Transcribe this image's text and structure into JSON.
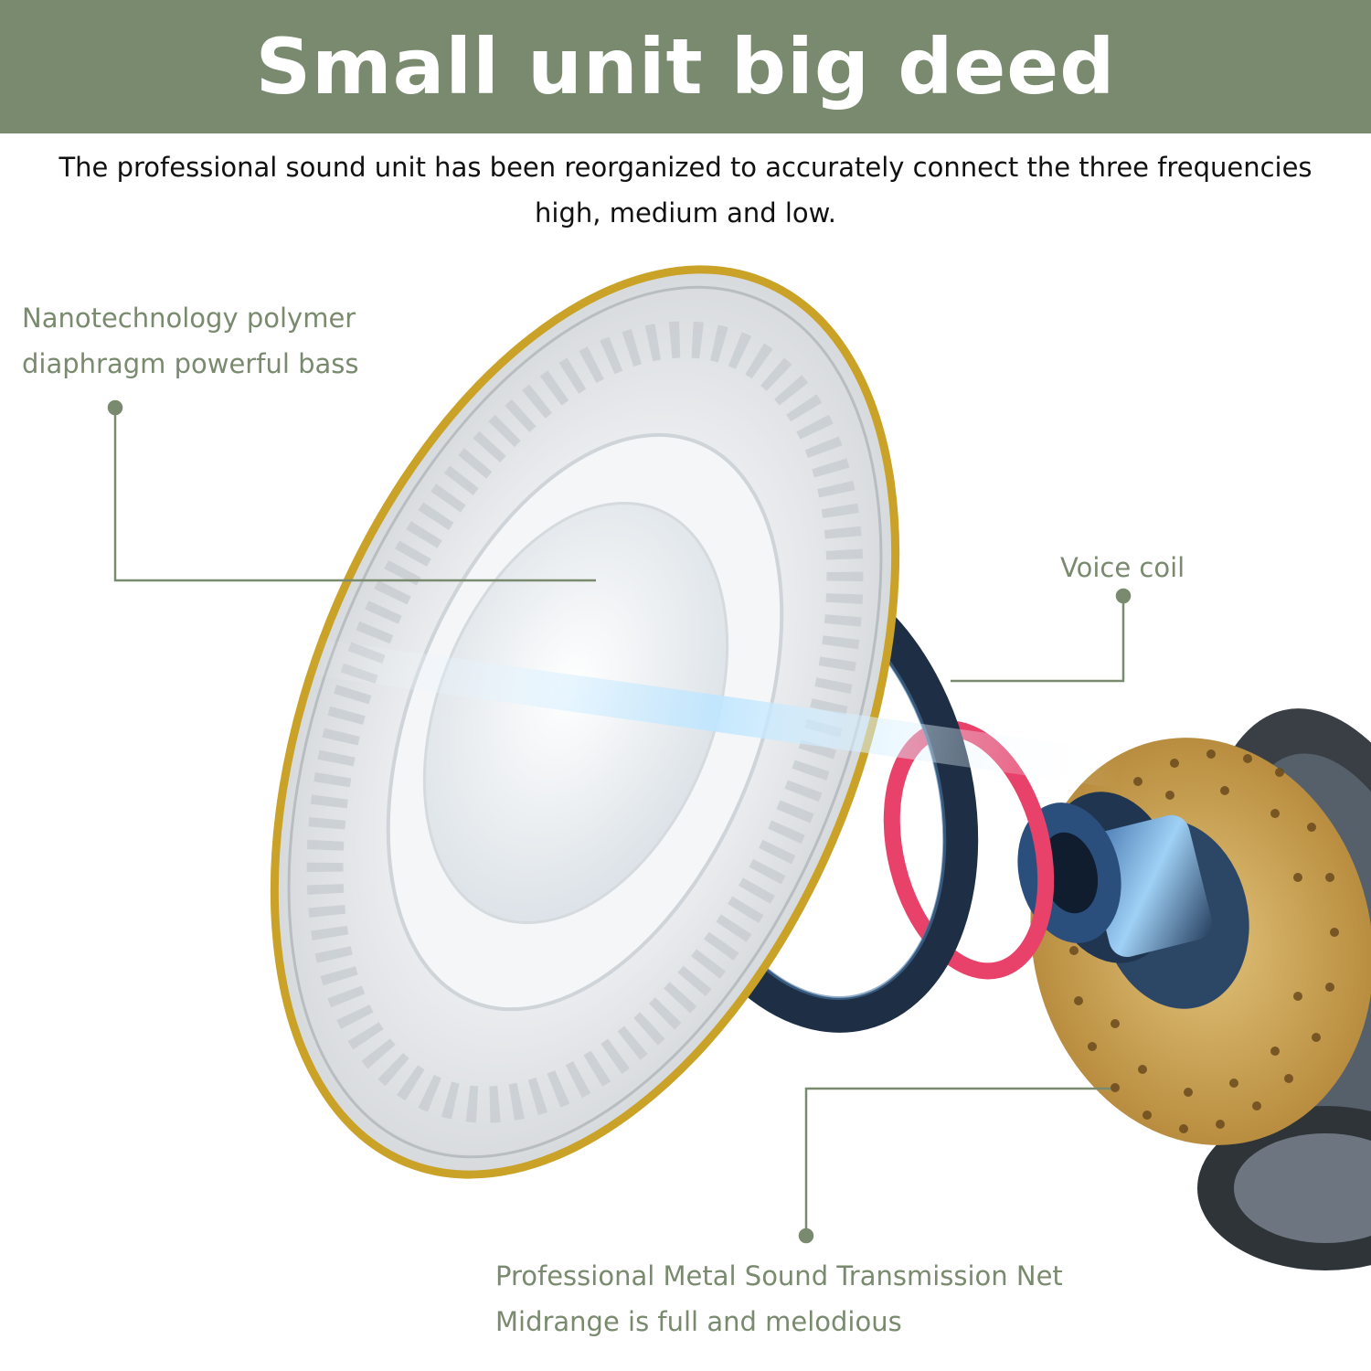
{
  "banner": {
    "title": "Small unit big deed",
    "color": "#798a6e"
  },
  "subtitle": "The professional sound unit has been reorganized to accurately connect the three frequencies high, medium and low.",
  "callouts": {
    "diaphragm": {
      "line1": "Nanotechnology polymer",
      "line2": "diaphragm powerful bass"
    },
    "voice_coil": {
      "line1": "Voice coil"
    },
    "metal_net": {
      "line1": "Professional Metal Sound Transmission Net",
      "line2": "Midrange is full and melodious"
    }
  },
  "colors": {
    "accent": "#798a6e",
    "gold_ring": "#c9a227",
    "coil_ring": "#1e2f45",
    "pink_ring": "#e8426a",
    "metal_net": "#c79a4a"
  },
  "illustration": "speaker-driver-exploded-icon"
}
